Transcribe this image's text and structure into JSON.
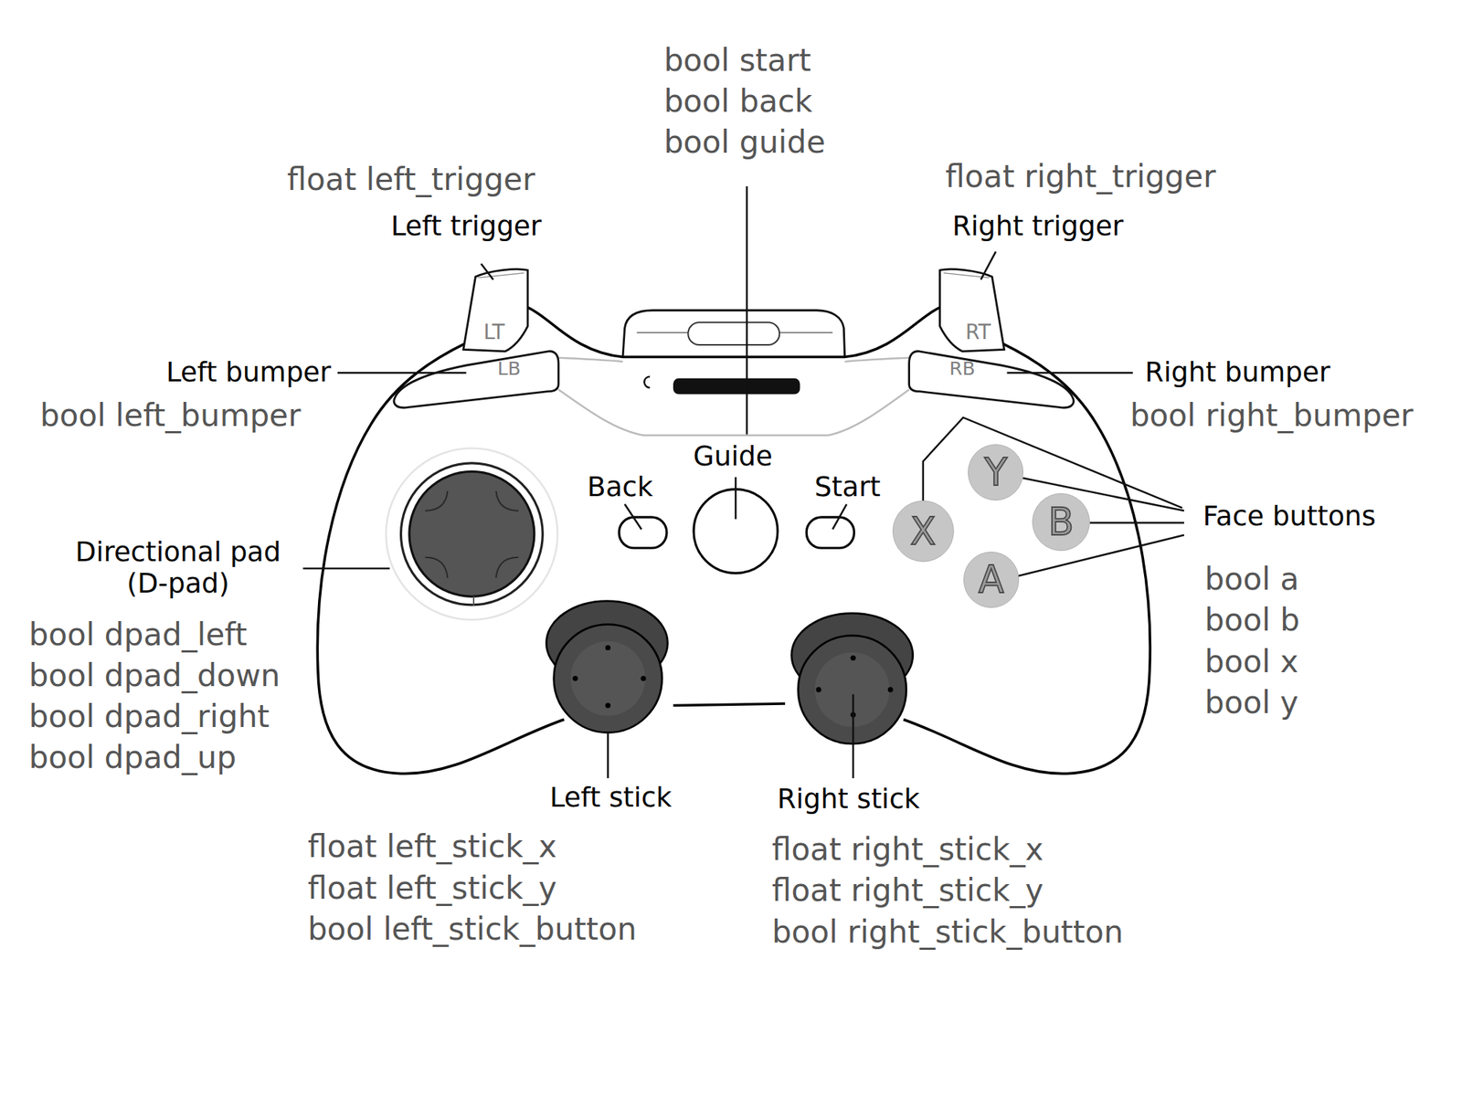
{
  "diagram": {
    "nodes": [
      {
        "text": [
          "LT"
        ]
      },
      {
        "text": [
          "RT"
        ]
      },
      {
        "text": [
          "LB"
        ]
      },
      {
        "text": [
          "RB"
        ]
      },
      {
        "text": [
          "Y"
        ]
      },
      {
        "text": [
          "B"
        ]
      },
      {
        "text": [
          "X"
        ]
      },
      {
        "text": [
          "A"
        ]
      }
    ],
    "labels": [
      "bool start",
      "bool back",
      "bool guide",
      "float left_trigger",
      "float right_trigger",
      "Left trigger",
      "Right trigger",
      "Left bumper",
      "Right bumper",
      "bool left_bumper",
      "bool right_bumper",
      "Guide",
      "Back",
      "Start",
      "Face buttons",
      "Directional pad (D-pad)",
      "bool a",
      "bool b",
      "bool x",
      "bool y",
      "bool dpad_left",
      "bool dpad_down",
      "bool dpad_right",
      "bool dpad_up",
      "Left stick",
      "Right stick",
      "float left_stick_x",
      "float left_stick_y",
      "bool left_stick_button",
      "float right_stick_x",
      "float right_stick_y",
      "bool right_stick_button"
    ]
  }
}
